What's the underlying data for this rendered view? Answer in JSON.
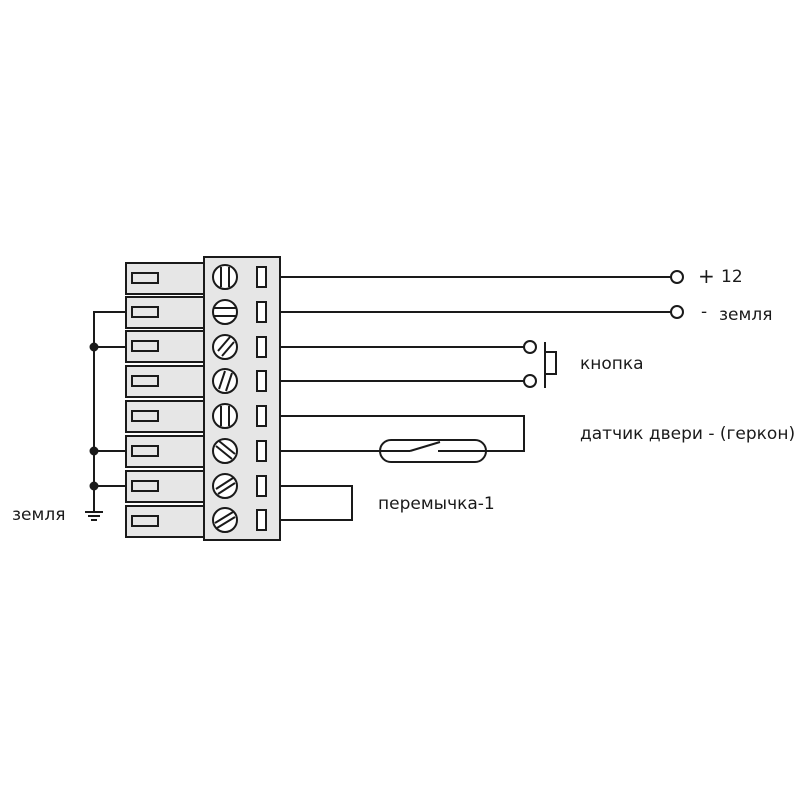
{
  "labels": {
    "plus12_sign": "+",
    "plus12_value": "12",
    "ground_right_sign": "-",
    "ground_right_text": "земля",
    "button": "кнопка",
    "door_sensor": "датчик двери - (геркон)",
    "jumper": "перемычка-1",
    "ground_left": "земля"
  },
  "colors": {
    "line": "#1a1a1a",
    "block_fill": "#e6e6e6",
    "plug_fill": "#e6e6e6"
  }
}
